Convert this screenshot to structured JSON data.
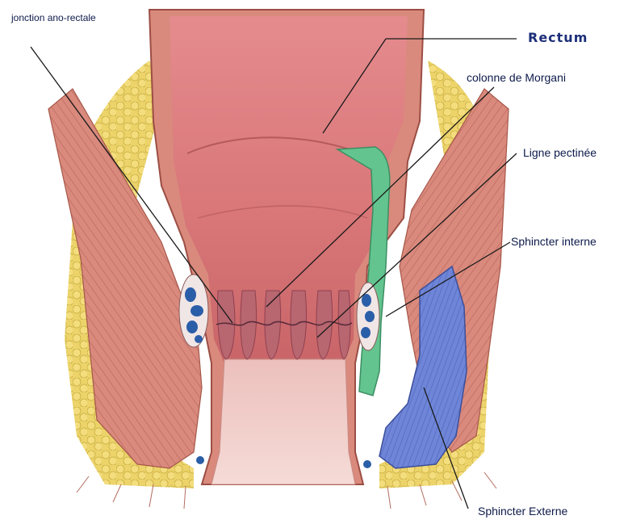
{
  "labels": {
    "junction": "jonction ano-rectale",
    "rectum": "Rectum",
    "morgagni": "colonne de Morgani",
    "pectinate": "Ligne pectinée",
    "internal_sphincter": "Sphincter interne",
    "external_sphincter": "Sphincter Externe"
  },
  "colors": {
    "fat": "#e8cf62",
    "muscle": "#d98a7d",
    "mucosa": "#e69a95",
    "mucosa_light": "#f1c6c0",
    "internal_sphincter": "#63c48f",
    "external_sphincter": "#6f86d8",
    "vessel": "#2b5ea8",
    "leader": "#1a1a1a",
    "label": "#0d1a4a"
  }
}
